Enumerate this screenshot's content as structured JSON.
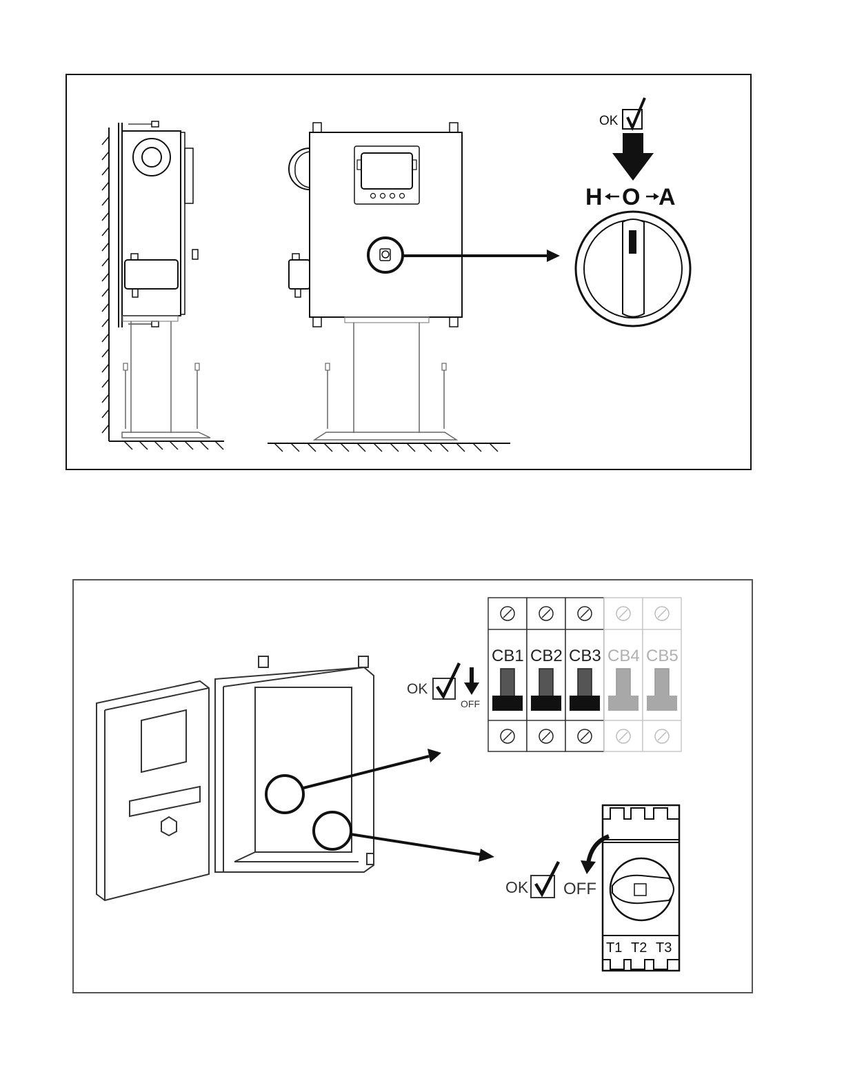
{
  "figure1": {
    "ok_label": "OK",
    "check_mark": "✓",
    "switch_positions": {
      "hand": "H",
      "off": "O",
      "auto": "A"
    }
  },
  "figure2": {
    "breakers_ok_label": "OK",
    "breakers_off_label": "OFF",
    "breakers": [
      {
        "label": "CB1",
        "active": true
      },
      {
        "label": "CB2",
        "active": true
      },
      {
        "label": "CB3",
        "active": true
      },
      {
        "label": "CB4",
        "active": false
      },
      {
        "label": "CB5",
        "active": false
      }
    ],
    "disconnect_ok_label": "OK",
    "disconnect_off_label": "OFF",
    "terminals": [
      "T1",
      "T2",
      "T3"
    ]
  },
  "colors": {
    "line": "#111111",
    "inactive": "#b0b0b0",
    "breaker_active": "#222222"
  }
}
